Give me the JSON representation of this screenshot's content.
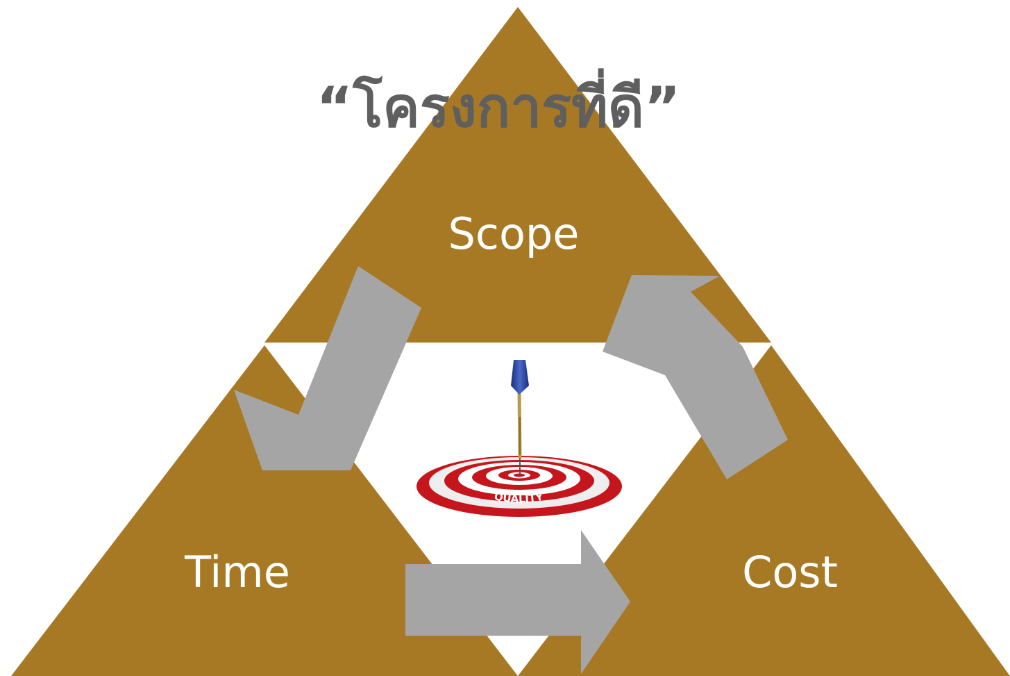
{
  "title": "“โครงการที่ดี”",
  "triangles": {
    "top": {
      "label": "Scope"
    },
    "left": {
      "label": "Time"
    },
    "right": {
      "label": "Cost"
    }
  },
  "center_image": {
    "icon": "dart-target-icon",
    "word": "QUALITY"
  },
  "colors": {
    "triangle_fill": "#a87924",
    "arrow_fill": "#a5a5a5",
    "title_text": "#5f5f5f",
    "label_text": "#ffffff",
    "target_red": "#c4161c"
  }
}
